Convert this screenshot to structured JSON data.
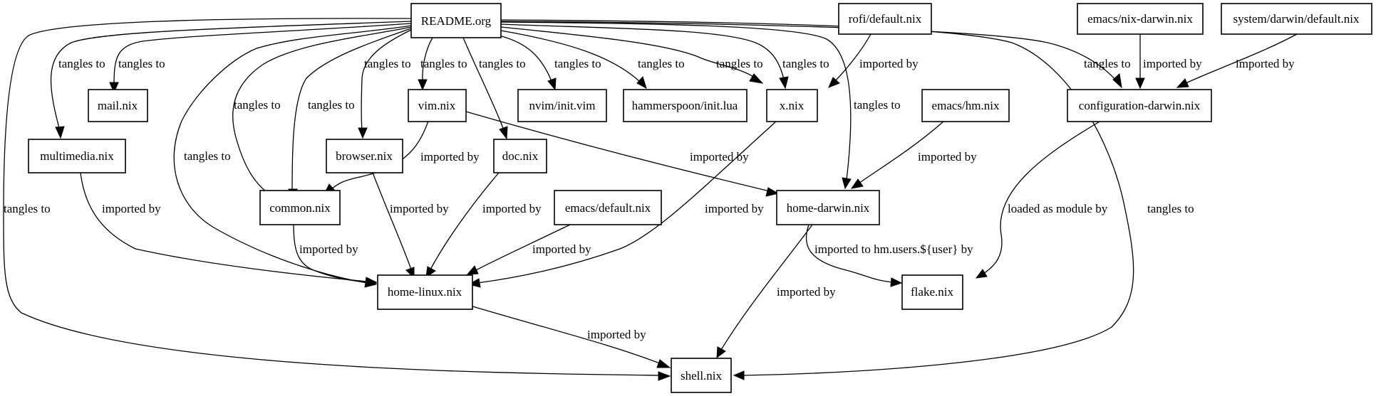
{
  "nodes": {
    "readme": "README.org",
    "rofi": "rofi/default.nix",
    "emacs_darwin": "emacs/nix-darwin.nix",
    "sys_darwin": "system/darwin/default.nix",
    "mail": "mail.nix",
    "vim": "vim.nix",
    "nvim": "nvim/init.vim",
    "hammer": "hammerspoon/init.lua",
    "xnix": "x.nix",
    "config_darwin": "configuration-darwin.nix",
    "multimedia": "multimedia.nix",
    "browser": "browser.nix",
    "doc": "doc.nix",
    "emacs_hm": "emacs/hm.nix",
    "common": "common.nix",
    "emacs_default": "emacs/default.nix",
    "home_darwin": "home-darwin.nix",
    "home_linux": "home-linux.nix",
    "flake": "flake.nix",
    "shell": "shell.nix"
  },
  "edges": [
    {
      "from": "README.org",
      "to": "shell.nix",
      "label": "tangles to"
    },
    {
      "from": "README.org",
      "to": "multimedia.nix",
      "label": "tangles to"
    },
    {
      "from": "README.org",
      "to": "mail.nix",
      "label": "tangles to"
    },
    {
      "from": "README.org",
      "to": "home-linux.nix",
      "label": "tangles to"
    },
    {
      "from": "README.org",
      "to": "common.nix",
      "label": "tangles to"
    },
    {
      "from": "README.org",
      "to": "common.nix",
      "label": "tangles to"
    },
    {
      "from": "README.org",
      "to": "browser.nix",
      "label": "tangles to"
    },
    {
      "from": "README.org",
      "to": "vim.nix",
      "label": "tangles to"
    },
    {
      "from": "README.org",
      "to": "doc.nix",
      "label": "tangles to"
    },
    {
      "from": "README.org",
      "to": "nvim/init.vim",
      "label": "tangles to"
    },
    {
      "from": "README.org",
      "to": "hammerspoon/init.lua",
      "label": "tangles to"
    },
    {
      "from": "README.org",
      "to": "x.nix",
      "label": "tangles to"
    },
    {
      "from": "README.org",
      "to": "x.nix",
      "label": "tangles to"
    },
    {
      "from": "README.org",
      "to": "home-darwin.nix",
      "label": "tangles to"
    },
    {
      "from": "README.org",
      "to": "shell.nix",
      "label": "tangles to"
    },
    {
      "from": "README.org",
      "to": "configuration-darwin.nix",
      "label": "tangles to"
    },
    {
      "from": "rofi/default.nix",
      "to": "x.nix",
      "label": "imported by"
    },
    {
      "from": "emacs/nix-darwin.nix",
      "to": "configuration-darwin.nix",
      "label": "imported by"
    },
    {
      "from": "system/darwin/default.nix",
      "to": "configuration-darwin.nix",
      "label": "imported by"
    },
    {
      "from": "vim.nix",
      "to": "common.nix",
      "label": "imported by"
    },
    {
      "from": "vim.nix",
      "to": "home-darwin.nix",
      "label": "imported by"
    },
    {
      "from": "x.nix",
      "to": "home-linux.nix",
      "label": "imported by"
    },
    {
      "from": "emacs/hm.nix",
      "to": "home-darwin.nix",
      "label": "imported by"
    },
    {
      "from": "configuration-darwin.nix",
      "to": "flake.nix",
      "label": "loaded as module by"
    },
    {
      "from": "multimedia.nix",
      "to": "home-linux.nix",
      "label": "imported by"
    },
    {
      "from": "browser.nix",
      "to": "home-linux.nix",
      "label": "imported by"
    },
    {
      "from": "doc.nix",
      "to": "home-linux.nix",
      "label": "imported by"
    },
    {
      "from": "common.nix",
      "to": "home-linux.nix",
      "label": "imported by"
    },
    {
      "from": "emacs/default.nix",
      "to": "home-linux.nix",
      "label": "imported by"
    },
    {
      "from": "home-darwin.nix",
      "to": "flake.nix",
      "label": "imported to hm.users.${user} by"
    },
    {
      "from": "home-darwin.nix",
      "to": "shell.nix",
      "label": "imported by"
    },
    {
      "from": "home-linux.nix",
      "to": "shell.nix",
      "label": "imported by"
    }
  ]
}
